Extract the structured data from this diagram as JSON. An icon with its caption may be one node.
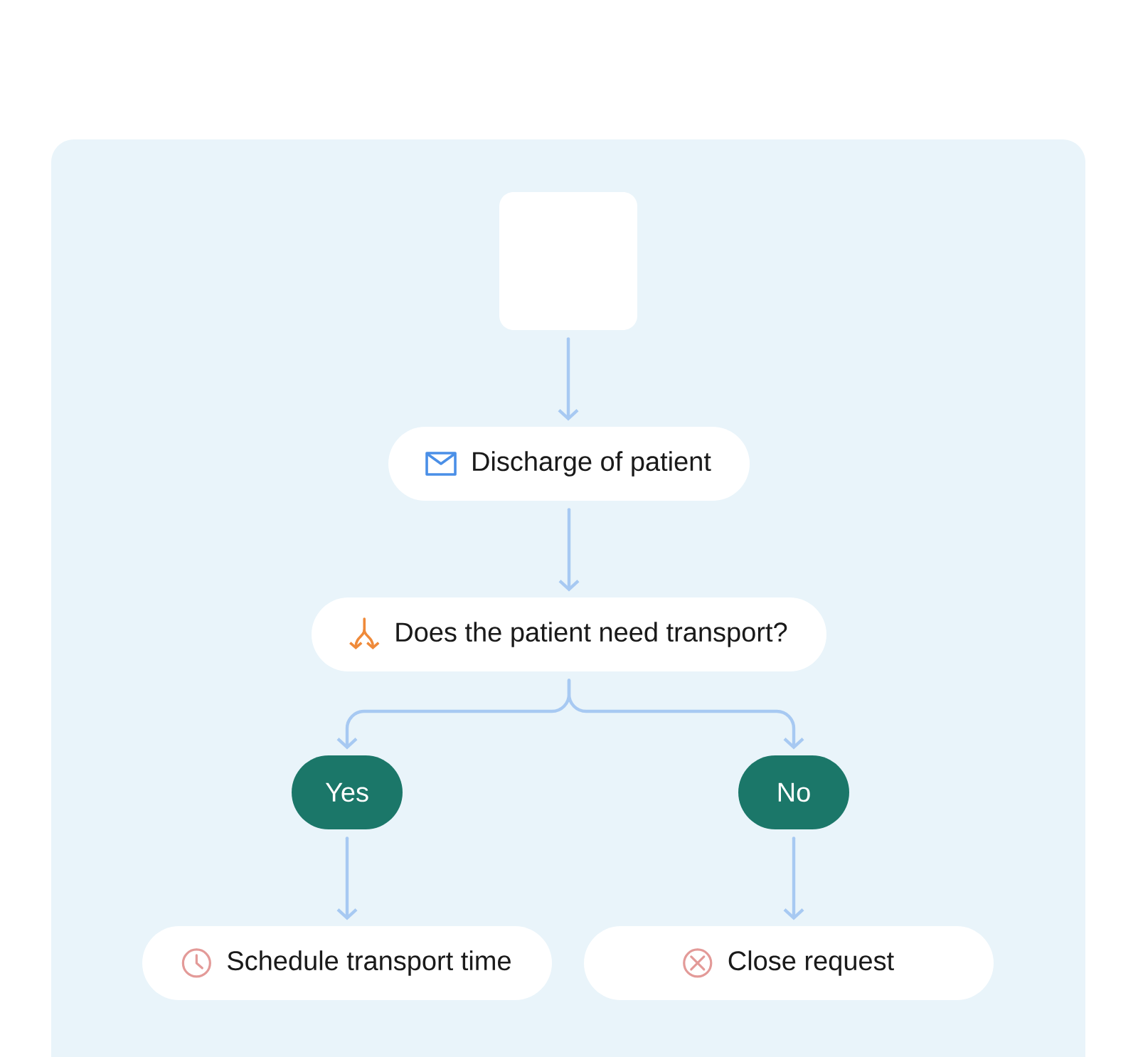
{
  "diagram": {
    "nodes": [
      {
        "text": [],
        "shape": "box"
      },
      {
        "text": [
          "Discharge of patient"
        ]
      },
      {
        "text": [
          "Does the patient need transport?"
        ]
      },
      {
        "text": [
          "Yes"
        ]
      },
      {
        "text": [
          "No"
        ]
      },
      {
        "text": [
          "Schedule transport time"
        ]
      },
      {
        "text": [
          "Close request"
        ]
      }
    ],
    "edges": [
      {
        "from": 0,
        "to": 1,
        "arrow": "to"
      },
      {
        "from": 1,
        "to": 2,
        "arrow": "to"
      },
      {
        "from": 2,
        "to": 3,
        "arrow": "to"
      },
      {
        "from": 2,
        "to": 4,
        "arrow": "to"
      },
      {
        "from": 3,
        "to": 5,
        "arrow": "to"
      },
      {
        "from": 4,
        "to": 6,
        "arrow": "to"
      }
    ]
  }
}
